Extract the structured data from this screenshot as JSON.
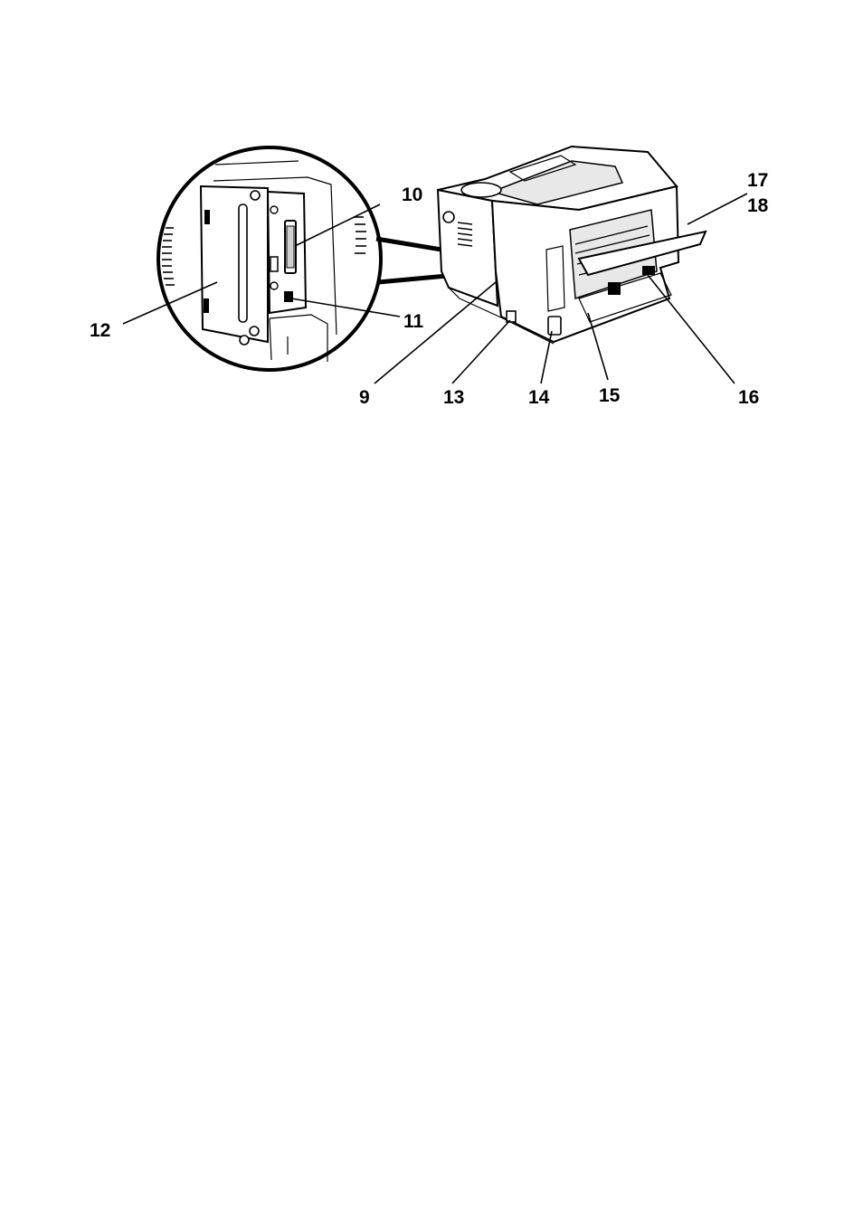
{
  "callouts": {
    "c9": "9",
    "c10": "10",
    "c11": "11",
    "c12": "12",
    "c13": "13",
    "c14": "14",
    "c15": "15",
    "c16": "16",
    "c17": "17",
    "c18": "18"
  }
}
